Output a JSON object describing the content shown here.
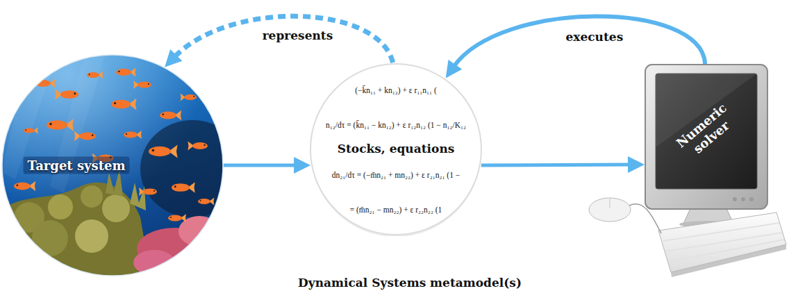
{
  "diagram": {
    "nodes": [
      {
        "text": [
          "Target system"
        ]
      },
      {
        "text": [
          "(−k̄n₁₁ + kn₁₂) + ε r₁₁n₁₁ (",
          "n₁₂/dτ = (k̄n₁₁ − kn₁₂) + ε r₁₂n₁₂ (1 − n₁₂/K₁₂",
          "Stocks, equations",
          "dn₂₁/dτ = (−m̄n₂₁ + mn₂₂) + ε r₂₁n₂₁ (1 −",
          "= (m̄n₂₁ − mn₂₂) + ε r₂₂n₂₂ (1",
          "Dynamical Systems metamodel(s)"
        ]
      },
      {
        "text": [
          "Numeric solver"
        ]
      }
    ],
    "edges": [
      {
        "from": 0,
        "to": 1,
        "arrow": "to"
      },
      {
        "from": 1,
        "to": 2,
        "arrow": "to"
      },
      {
        "from": 2,
        "to": 1,
        "label": "executes",
        "arrow": "to"
      },
      {
        "from": 1,
        "to": 0,
        "label": "represents",
        "arrow": "to"
      }
    ]
  }
}
